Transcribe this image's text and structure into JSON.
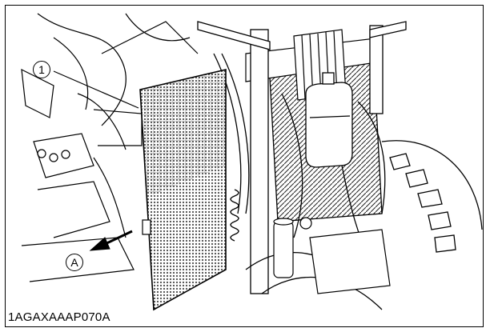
{
  "figure": {
    "code": "1AGAXAAAP070A",
    "callouts": [
      {
        "id": "callout-1",
        "label": "1"
      },
      {
        "id": "callout-a",
        "label": "A"
      }
    ]
  }
}
